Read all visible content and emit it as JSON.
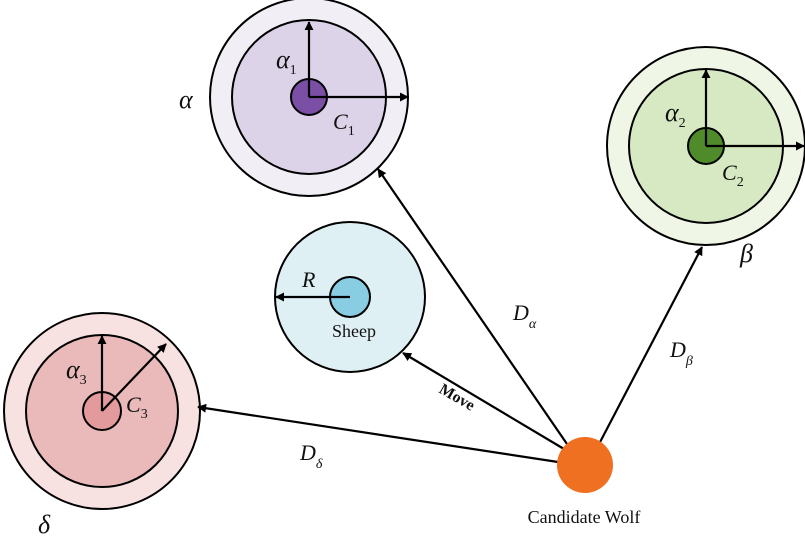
{
  "labels": {
    "alpha": "α",
    "beta": "β",
    "delta": "δ",
    "alpha1_main": "α",
    "alpha1_sub": "1",
    "C1_main": "C",
    "C1_sub": "1",
    "alpha2_main": "α",
    "alpha2_sub": "2",
    "C2_main": "C",
    "C2_sub": "2",
    "alpha3_main": "α",
    "alpha3_sub": "3",
    "C3_main": "C",
    "C3_sub": "3",
    "R": "R",
    "sheep": "Sheep",
    "D_alpha_main": "D",
    "D_alpha_sub": "α",
    "D_beta_main": "D",
    "D_beta_sub": "β",
    "D_delta_main": "D",
    "D_delta_sub": "δ",
    "move": "Move",
    "candidate_wolf": "Candidate Wolf"
  },
  "colors": {
    "alpha_outer": "#f1eef6",
    "alpha_inner": "#dcd3e8",
    "alpha_core": "#7a4fa5",
    "beta_outer": "#eff6e6",
    "beta_inner": "#d6e9c2",
    "beta_core": "#4f8a2b",
    "delta_outer": "#f7e1e1",
    "delta_inner": "#eab9b9",
    "delta_core": "#e29a9c",
    "sheep_outer": "#dff0f5",
    "sheep_core": "#89cde2",
    "wolf": "#f07021"
  }
}
